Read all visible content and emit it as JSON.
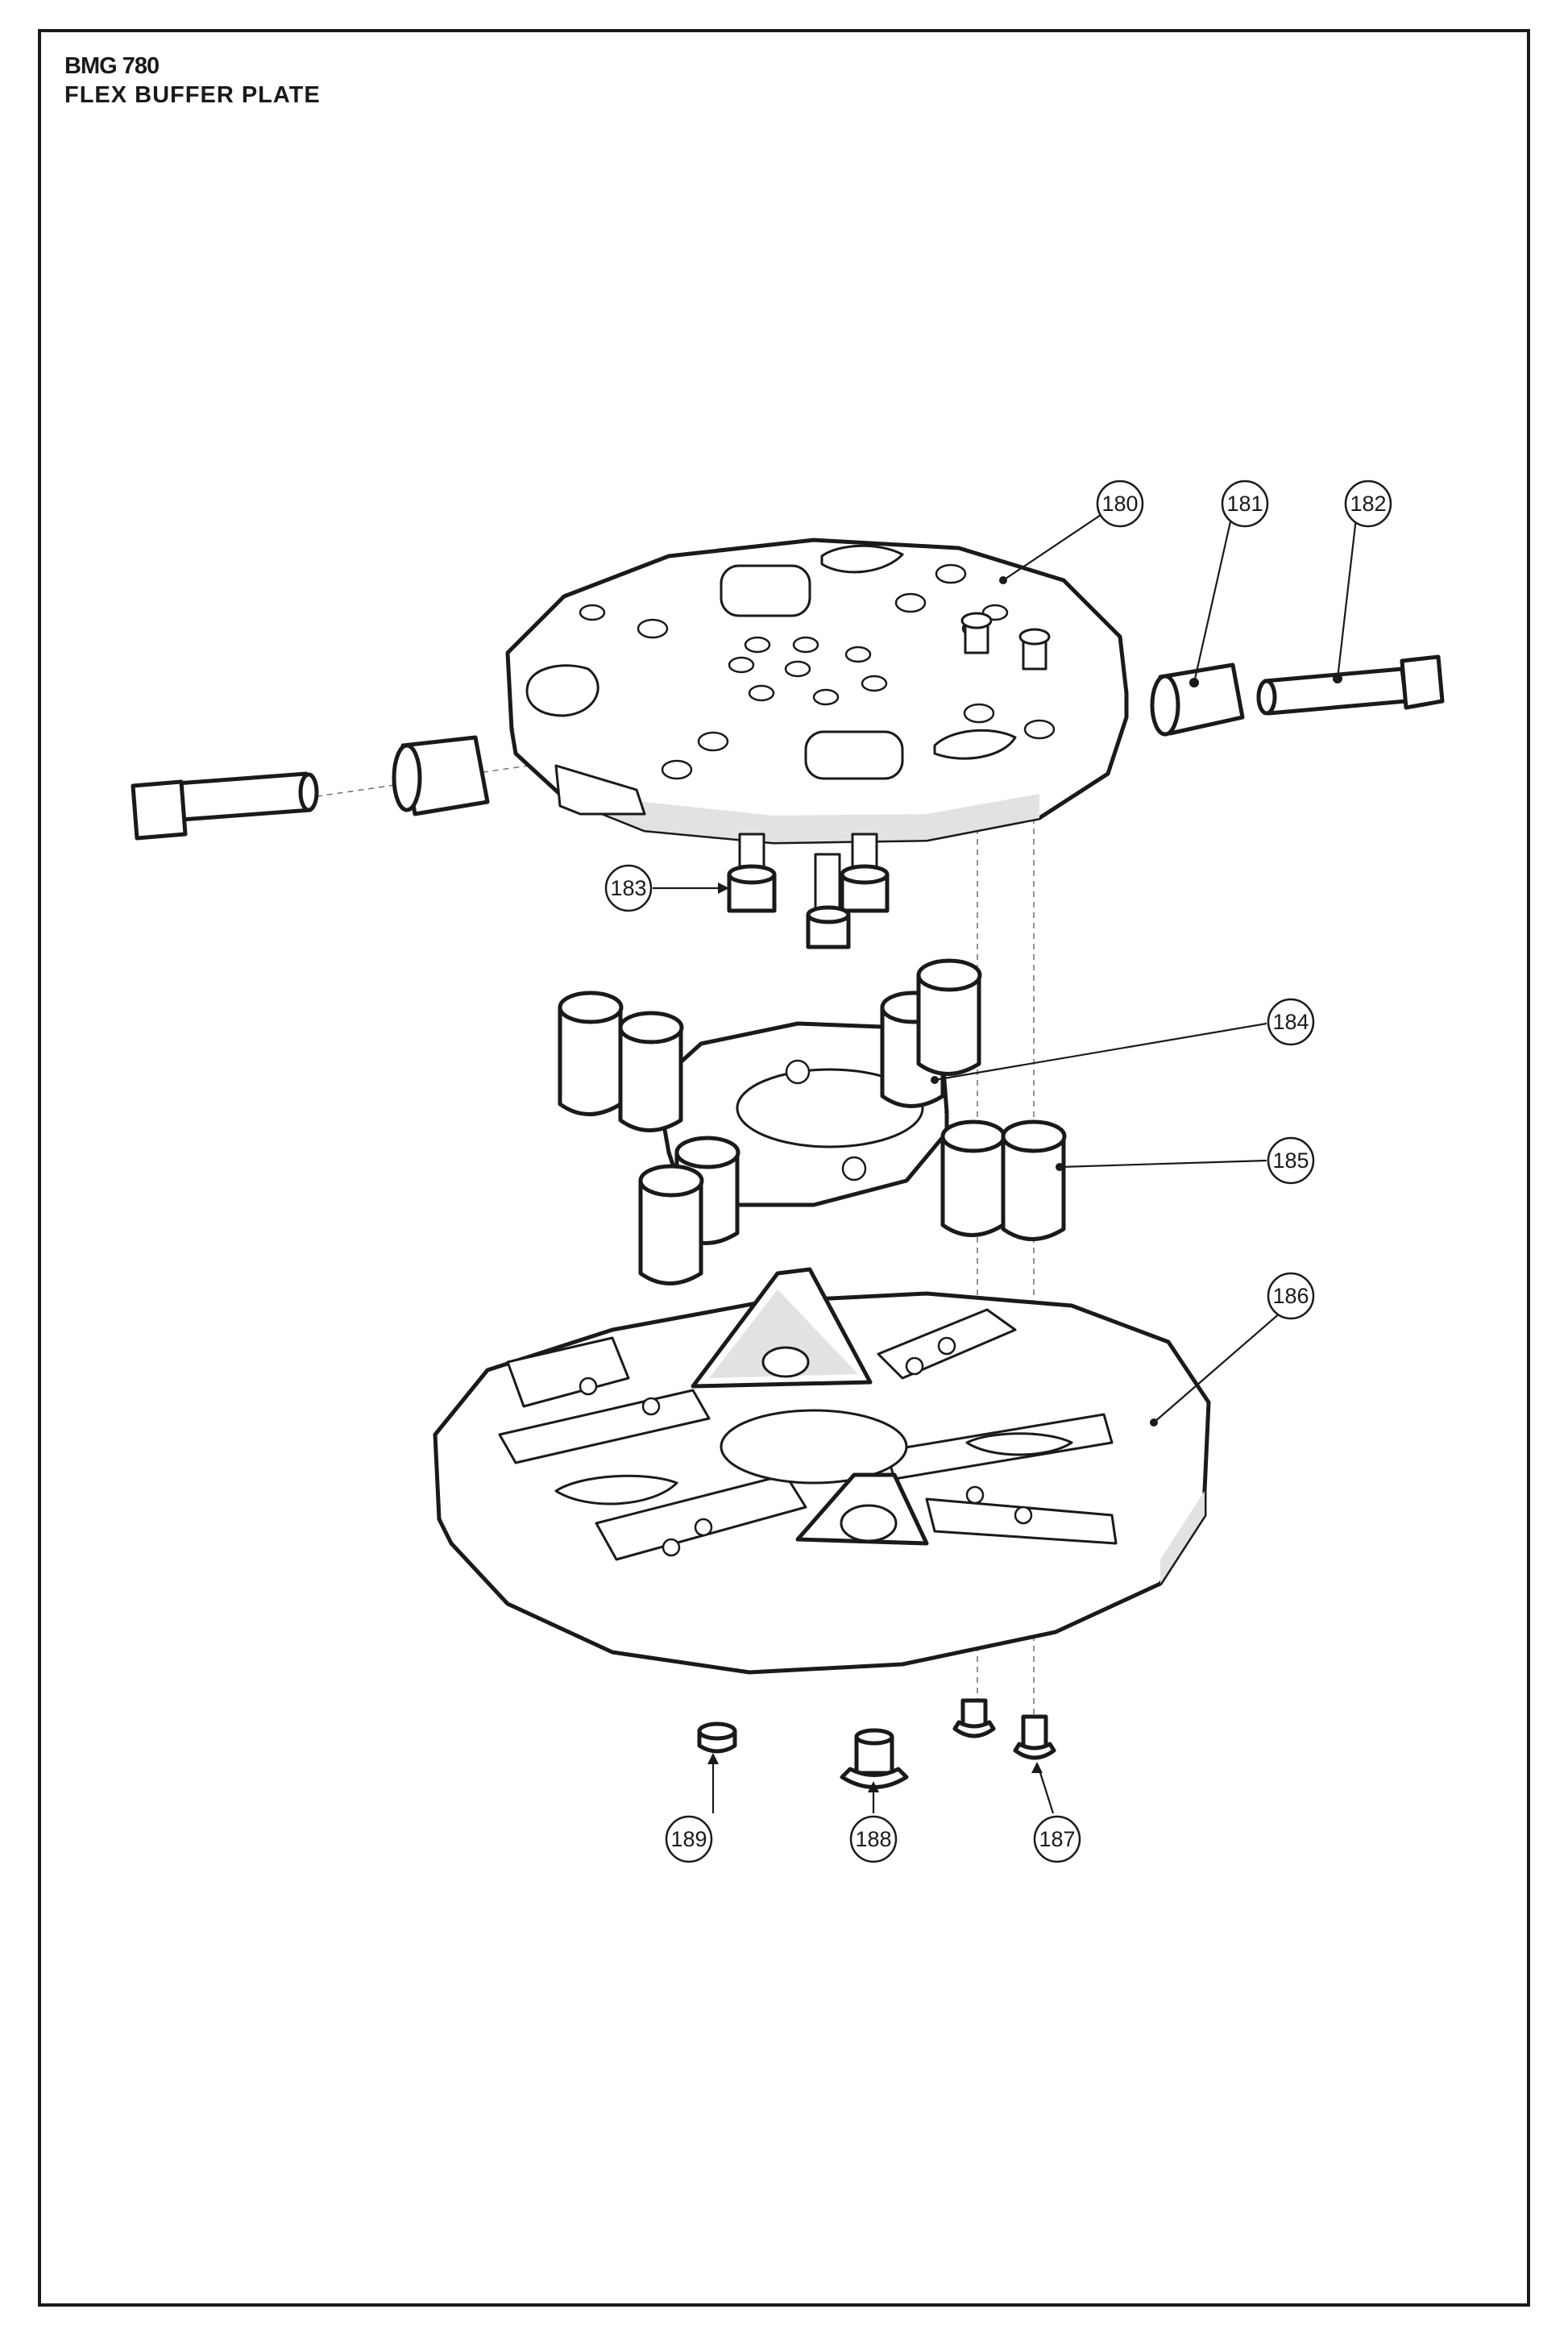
{
  "title": {
    "model": "BMG 780",
    "name": "FLEX BUFFER PLATE"
  },
  "callouts": [
    {
      "id": "c180",
      "label": "180"
    },
    {
      "id": "c181",
      "label": "181"
    },
    {
      "id": "c182",
      "label": "182"
    },
    {
      "id": "c183",
      "label": "183"
    },
    {
      "id": "c184",
      "label": "184"
    },
    {
      "id": "c185",
      "label": "185"
    },
    {
      "id": "c186",
      "label": "186"
    },
    {
      "id": "c187",
      "label": "187"
    },
    {
      "id": "c188",
      "label": "188"
    },
    {
      "id": "c189",
      "label": "189"
    }
  ]
}
